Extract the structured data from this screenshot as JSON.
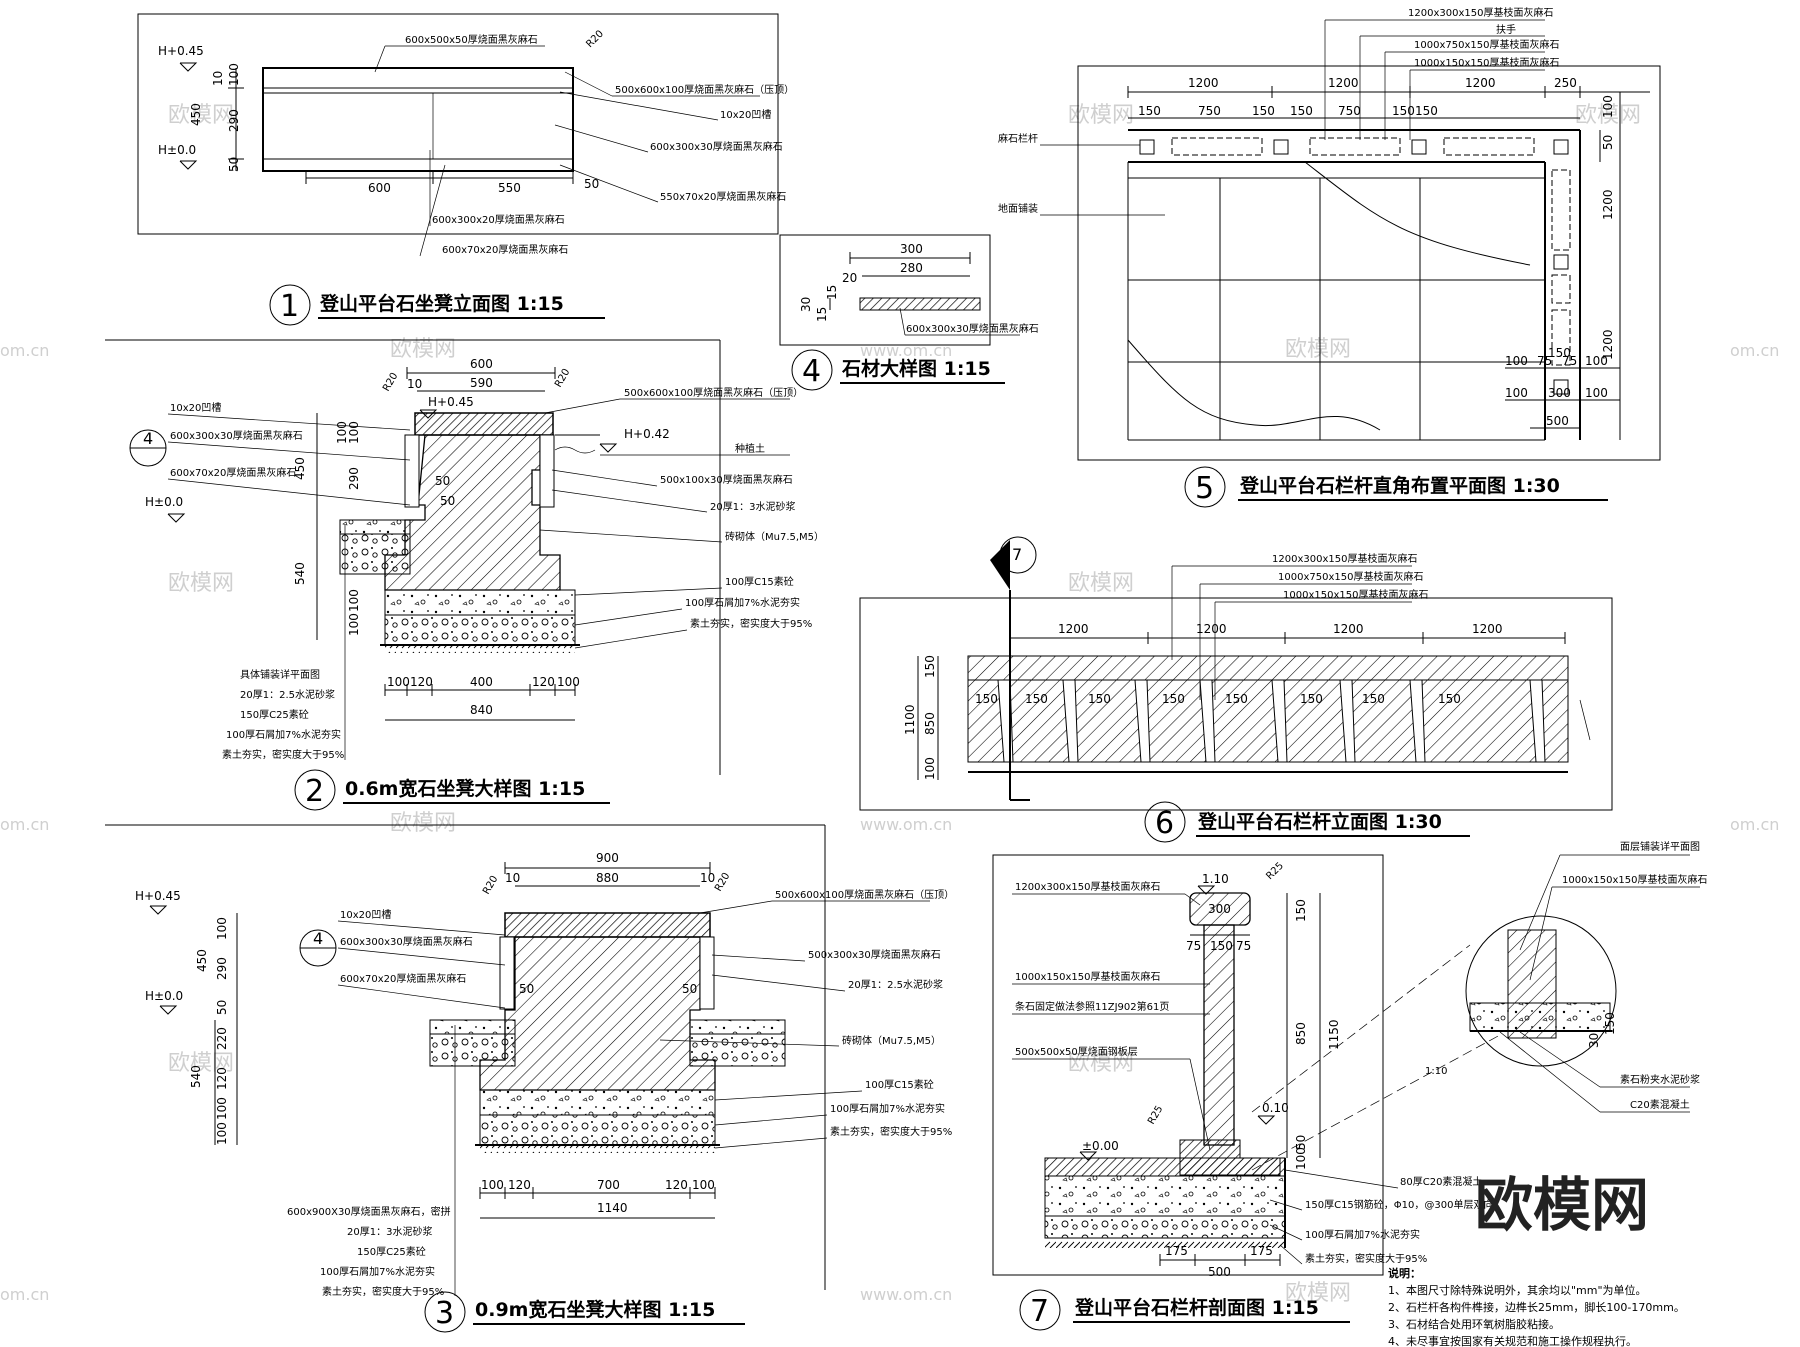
{
  "drawings": [
    {
      "id": "1",
      "number": "1",
      "title": "登山平台石坐凳立面图 1:15",
      "levels": [
        "H+0.45",
        "H±0.0"
      ],
      "dims": [
        "600",
        "550",
        "50",
        "450",
        "10",
        "100",
        "290",
        "50",
        "R20"
      ],
      "labels": [
        "600x500x50厚烧面黑灰麻石",
        "500x600x100厚烧面黑灰麻石（压顶）",
        "10x20凹槽",
        "600x300x30厚烧面黑灰麻石",
        "550x70x20厚烧面黑灰麻石",
        "600x300x20厚烧面黑灰麻石",
        "600x70x20厚烧面黑灰麻石"
      ]
    },
    {
      "id": "2",
      "number": "2",
      "title": "0.6m宽石坐凳大样图 1:15",
      "levels": [
        "H+0.45",
        "H±0.0",
        "H+0.42"
      ],
      "dims": [
        "600",
        "590",
        "10",
        "R20",
        "R20",
        "100",
        "100",
        "450",
        "290",
        "540",
        "100",
        "100",
        "100",
        "120",
        "400",
        "120",
        "100",
        "840",
        "50",
        "50"
      ],
      "labels_left": [
        "10x20凹槽",
        "600x300x30厚烧面黑灰麻石",
        "600x70x20厚烧面黑灰麻石",
        "具体铺装详平面图",
        "20厚1：2.5水泥砂浆",
        "150厚C25素砼",
        "100厚石屑加7%水泥夯实",
        "素土夯实，密实度大于95%"
      ],
      "labels_right": [
        "500x600x100厚烧面黑灰麻石（压顶）",
        "种植土",
        "500x100x30厚烧面黑灰麻石",
        "20厚1：3水泥砂浆",
        "砖砌体（Mu7.5,M5）",
        "100厚C15素砼",
        "100厚石屑加7%水泥夯实",
        "素土夯实，密实度大于95%"
      ],
      "section_mark": "4"
    },
    {
      "id": "3",
      "number": "3",
      "title": "0.9m宽石坐凳大样图 1:15",
      "levels": [
        "H+0.45",
        "H±0.0"
      ],
      "dims": [
        "900",
        "880",
        "10",
        "10",
        "R20",
        "R20",
        "100",
        "450",
        "290",
        "50",
        "540",
        "220",
        "120",
        "100",
        "100",
        "100",
        "120",
        "700",
        "120",
        "100",
        "1140",
        "50",
        "50"
      ],
      "labels_left": [
        "10x20凹槽",
        "600x300x30厚烧面黑灰麻石",
        "600x70x20厚烧面黑灰麻石",
        "600x900X30厚烧面黑灰麻石，密拼",
        "20厚1：3水泥砂浆",
        "150厚C25素砼",
        "100厚石屑加7%水泥夯实",
        "素土夯实，密实度大于95%"
      ],
      "labels_right": [
        "500x600x100厚烧面黑灰麻石（压顶）",
        "500x300x30厚烧面黑灰麻石",
        "20厚1：2.5水泥砂浆",
        "砖砌体（Mu7.5,M5）",
        "100厚C15素砼",
        "100厚石屑加7%水泥夯实",
        "素土夯实，密实度大于95%"
      ],
      "section_mark": "4"
    },
    {
      "id": "4",
      "number": "4",
      "title": "石材大样图 1:15",
      "dims": [
        "300",
        "280",
        "20",
        "15",
        "30",
        "15"
      ],
      "labels": [
        "600x300x30厚烧面黑灰麻石"
      ]
    },
    {
      "id": "5",
      "number": "5",
      "title": "登山平台石栏杆直角布置平面图 1:30",
      "top_labels": [
        "1200x300x150厚基枝面灰麻石",
        "扶手",
        "1000x750x150厚基枝面灰麻石",
        "1000x150x150厚基枝面灰麻石"
      ],
      "dims_top": [
        "1200",
        "1200",
        "1200",
        "250"
      ],
      "dims_sub": [
        "150",
        "750",
        "150",
        "150",
        "750",
        "150",
        "150"
      ],
      "dims_right": [
        "100",
        "50",
        "1200",
        "1200"
      ],
      "dims_bottom": [
        "100",
        "75",
        "150",
        "75",
        "100",
        "100",
        "300",
        "100",
        "500"
      ],
      "side_labels": [
        "麻石栏杆",
        "地面铺装"
      ]
    },
    {
      "id": "6",
      "number": "6",
      "title": "登山平台石栏杆立面图 1:30",
      "top_labels": [
        "1200x300x150厚基枝面灰麻石",
        "1000x750x150厚基枝面灰麻石",
        "1000x150x150厚基枝面灰麻石"
      ],
      "dims_top": [
        "1200",
        "1200",
        "1200",
        "1200"
      ],
      "dims_left": [
        "150",
        "1100",
        "850",
        "100"
      ],
      "post_dims": [
        "150",
        "150",
        "150",
        "150",
        "150",
        "150",
        "150",
        "150"
      ],
      "section_mark": "7"
    },
    {
      "id": "7",
      "number": "7",
      "title": "登山平台石栏杆剖面图 1:15",
      "levels": [
        "±0.00",
        "1.10",
        "0.10"
      ],
      "dims": [
        "R25",
        "300",
        "75",
        "150",
        "75",
        "150",
        "850",
        "1150",
        "50",
        "100",
        "R25",
        "175",
        "500",
        "175"
      ],
      "labels_left": [
        "1200x300x150厚基枝面灰麻石",
        "1000x150x150厚基枝面灰麻石",
        "条石固定做法参照11ZJ902第61页",
        "500x500x50厚烧面钢板层"
      ],
      "labels_right": [
        "80厚C20素混凝土",
        "150厚C15钢筋砼，Φ10，@300单层双向",
        "100厚石屑加7%水泥夯实",
        "素土夯实，密实度大于95%"
      ],
      "detail_labels": [
        "面层铺装详平面图",
        "1000x150x150厚基枝面灰麻石",
        "素石粉夹水泥砂浆",
        "C20素混凝土"
      ],
      "detail_scale": "1:10",
      "detail_dims": [
        "150",
        "30"
      ]
    }
  ],
  "notes": {
    "heading": "说明：",
    "items": [
      "1、本图尺寸除特殊说明外，其余均以\"mm\"为单位。",
      "2、石栏杆各构件榫接，边榫长25mm，脚长100-170mm。",
      "3、石材结合处用环氧树脂胶粘接。",
      "4、未尽事宜按国家有关规范和施工操作规程执行。"
    ]
  },
  "watermark": {
    "brand": "欧模网",
    "site": "www.om.cn",
    "short_site": "om.cn"
  }
}
